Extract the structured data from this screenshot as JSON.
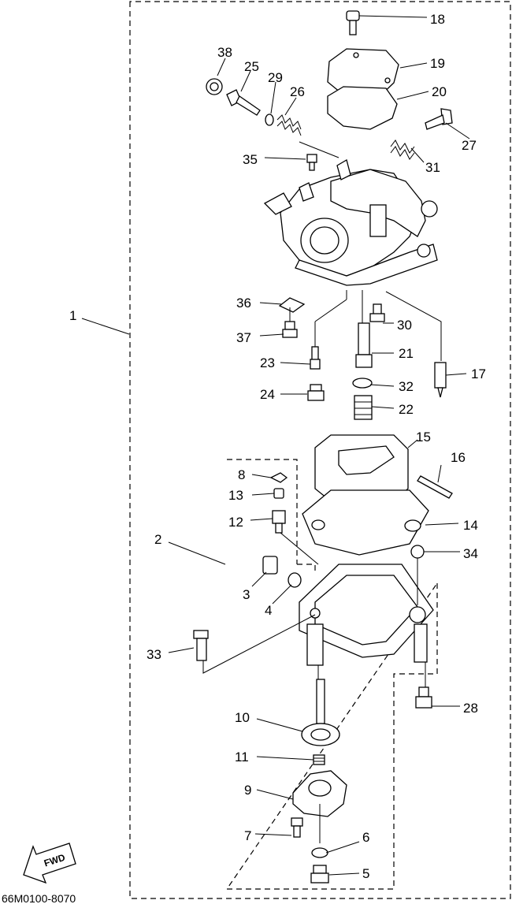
{
  "diagram": {
    "code": "66M0100-8070",
    "fwd_label": "FWD",
    "callouts": [
      "1",
      "2",
      "3",
      "4",
      "5",
      "6",
      "7",
      "8",
      "9",
      "10",
      "11",
      "12",
      "13",
      "14",
      "15",
      "16",
      "17",
      "18",
      "19",
      "20",
      "21",
      "22",
      "23",
      "24",
      "25",
      "26",
      "27",
      "28",
      "29",
      "30",
      "31",
      "32",
      "33",
      "34",
      "35",
      "36",
      "37",
      "38"
    ]
  }
}
